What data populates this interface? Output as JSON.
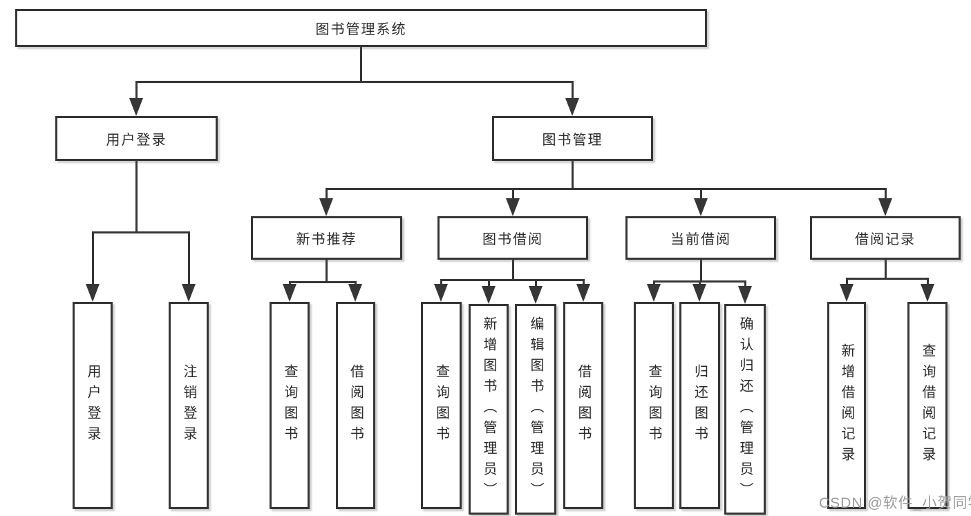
{
  "diagram": {
    "title": "图书管理系统",
    "watermark": "CSDN @软件_小贺同学",
    "colors": {
      "line": "#363636",
      "box_border": "#363636",
      "box_bg": "#ffffff",
      "text": "#2a2a2a",
      "watermark": "#9b9b9b"
    },
    "nodes": {
      "root": "图书管理系统",
      "login": "用户登录",
      "mgmt": "图书管理",
      "recommend": "新书推荐",
      "borrow": "图书借阅",
      "current": "当前借阅",
      "records": "借阅记录",
      "leaf_user_login": "用户登录",
      "leaf_logout": "注销登录",
      "leaf_query_1": "查询图书",
      "leaf_lend_1": "借阅图书",
      "leaf_query_2": "查询图书",
      "leaf_add_book": "新增图书（管理员）",
      "leaf_edit_book": "编辑图书（管理员）",
      "leaf_lend_2": "借阅图书",
      "leaf_query_3": "查询图书",
      "leaf_return": "归还图书",
      "leaf_confirm": "确认归还（管理员）",
      "leaf_add_record": "新增借阅记录",
      "leaf_query_record": "查询借阅记录"
    },
    "hierarchy": {
      "图书管理系统": {
        "用户登录": [
          "用户登录",
          "注销登录"
        ],
        "图书管理": {
          "新书推荐": [
            "查询图书",
            "借阅图书"
          ],
          "图书借阅": [
            "查询图书",
            "新增图书（管理员）",
            "编辑图书（管理员）",
            "借阅图书"
          ],
          "当前借阅": [
            "查询图书",
            "归还图书",
            "确认归还（管理员）"
          ],
          "借阅记录": [
            "新增借阅记录",
            "查询借阅记录"
          ]
        }
      }
    }
  }
}
